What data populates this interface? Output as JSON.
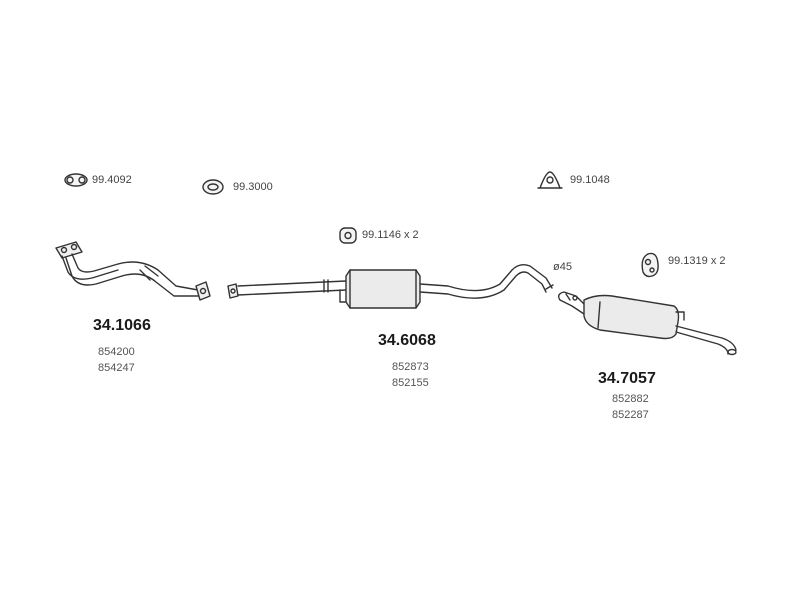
{
  "accessories": {
    "gasket_oval": "99.4092",
    "gasket_ring": "99.3000",
    "clamp_u": "99.1048",
    "mount_front": "99.1146 x 2",
    "mount_rear": "99.1319 x 2"
  },
  "pipe_diameter": "ø45",
  "parts": {
    "front_pipe": {
      "code": "34.1066",
      "refs": [
        "854200",
        "854247"
      ]
    },
    "middle_silencer": {
      "code": "34.6068",
      "refs": [
        "852873",
        "852155"
      ]
    },
    "rear_silencer": {
      "code": "34.7057",
      "refs": [
        "852882",
        "852287"
      ]
    }
  },
  "colors": {
    "line": "#333333",
    "fill": "#ececec",
    "text": "#444444"
  }
}
